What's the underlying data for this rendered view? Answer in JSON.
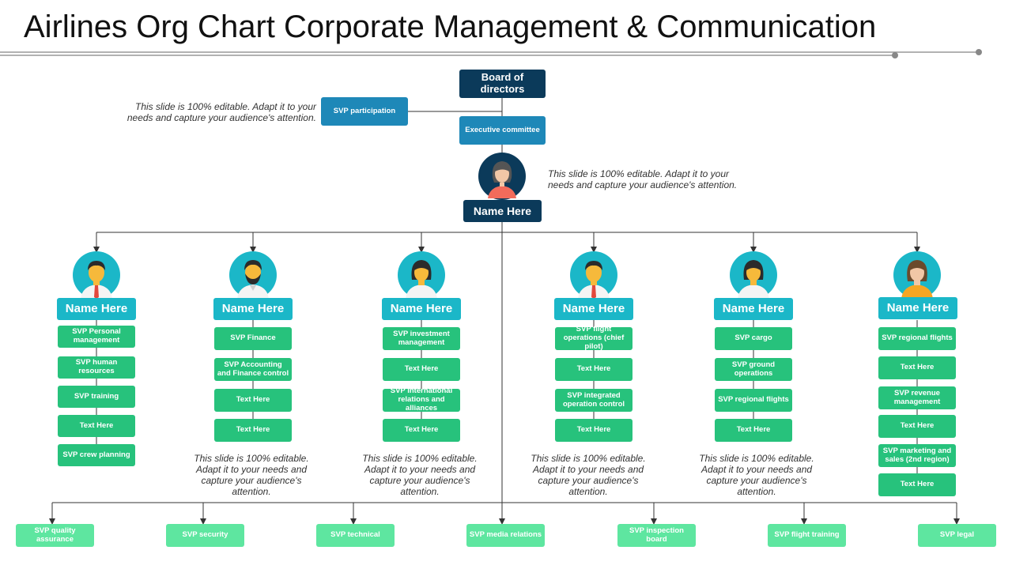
{
  "title": "Airlines Org Chart  Corporate Management & Communication",
  "top": {
    "board": "Board of directors",
    "svp_participation": "SVP participation",
    "executive": "Executive committee",
    "leader": "Name Here",
    "note_left": "This slide is 100% editable. Adapt it to your needs and capture your audience's attention.",
    "note_right": "This slide is 100% editable. Adapt it to your needs and capture your audience's attention."
  },
  "columns": [
    {
      "name": "Name Here",
      "avatar": "male-tie-avatar",
      "items": [
        "SVP Personal management",
        "SVP human resources",
        "SVP training",
        "Text Here",
        "SVP crew planning"
      ]
    },
    {
      "name": "Name Here",
      "avatar": "male-beard-avatar",
      "items": [
        "SVP Finance",
        "SVP Accounting and Finance control",
        "Text Here",
        "Text Here"
      ]
    },
    {
      "name": "Name Here",
      "avatar": "female-avatar",
      "items": [
        "SVP investment management",
        "Text Here",
        "SVP international relations and alliances",
        "Text Here"
      ]
    },
    {
      "name": "Name Here",
      "avatar": "male-tie-avatar",
      "items": [
        "SVP flight operations (chief pilot)",
        "Text Here",
        "SVP integrated operation control",
        "Text Here"
      ]
    },
    {
      "name": "Name Here",
      "avatar": "female-avatar",
      "items": [
        "SVP cargo",
        "SVP ground operations",
        "SVP regional flights",
        "Text Here"
      ]
    },
    {
      "name": "Name Here",
      "avatar": "female-orange-avatar",
      "items": [
        "SVP regional flights",
        "Text Here",
        "SVP revenue management",
        "Text Here",
        "SVP marketing and sales (2nd region)",
        "Text Here"
      ]
    }
  ],
  "column_notes": [
    "This slide is 100% editable. Adapt it to your needs and capture your audience's attention.",
    "This slide is 100% editable. Adapt it to your needs and capture your audience's attention.",
    "This slide is 100% editable. Adapt it to your needs and capture your audience's attention.",
    "This slide is 100% editable. Adapt it to your needs and capture your audience's attention."
  ],
  "bottom": [
    "SVP quality assurance",
    "SVP security",
    "SVP technical",
    "SVP media relations",
    "SVP inspection board",
    "SVP flight training",
    "SVP legal"
  ],
  "colors": {
    "navy": "#0b3a5a",
    "blue": "#1e88b8",
    "teal": "#1bb7c8",
    "green": "#27c27c",
    "light_green": "#5ee6a0"
  }
}
